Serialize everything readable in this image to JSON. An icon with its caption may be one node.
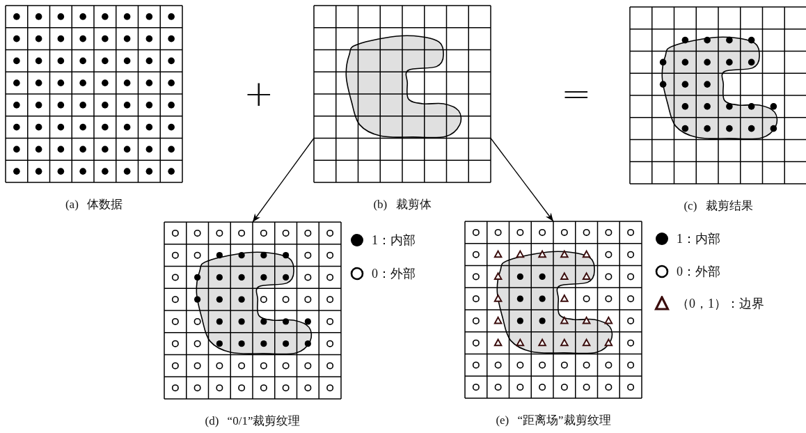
{
  "diagram": {
    "nodes": [
      {
        "text": [
          "(a) 体数据"
        ]
      },
      {
        "text": [
          "(b) 裁剪体"
        ]
      },
      {
        "text": [
          "(c) 裁剪结果"
        ]
      },
      {
        "text": [
          "(d) “0/1”裁剪纹理"
        ]
      },
      {
        "text": [
          "(e) “距离场”裁剪纹理"
        ]
      }
    ],
    "edges": [
      {
        "from": 1,
        "to": 3,
        "arrow": "to"
      },
      {
        "from": 1,
        "to": 4,
        "arrow": "to"
      }
    ],
    "labels": [
      "+",
      "="
    ],
    "legend": [
      {
        "text": "1：内部"
      },
      {
        "text": "0：外部"
      },
      {
        "text": "1：内部"
      },
      {
        "text": "0：外部"
      },
      {
        "text": "（0，1）：边界"
      }
    ]
  }
}
